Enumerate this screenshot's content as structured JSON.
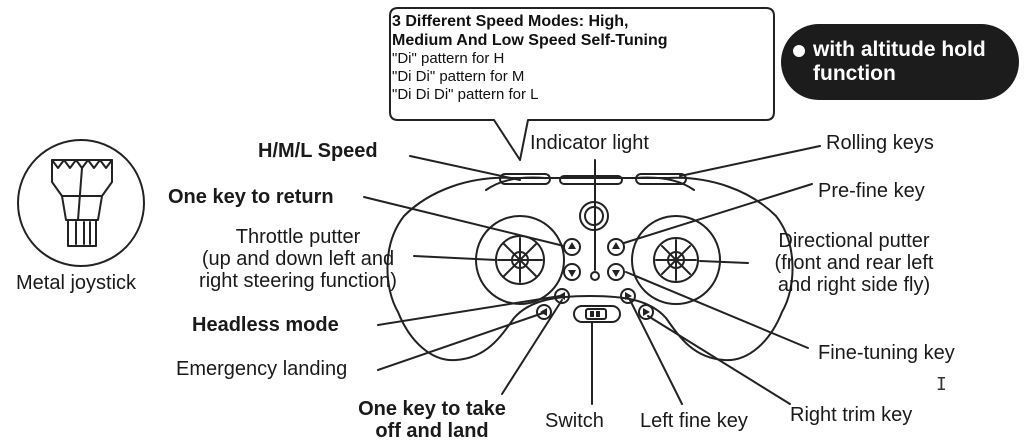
{
  "bubble": {
    "title_line1": "3 Different Speed Modes:  High,",
    "title_line2": "Medium And Low Speed Self-Tuning",
    "line1": "\"Di\" pattern for H",
    "line2": "\"Di Di\" pattern for M",
    "line3": "\"Di Di Di\" pattern for L"
  },
  "badge": {
    "line1": "with altitude hold",
    "line2": "function"
  },
  "labels": {
    "hml_speed": "H/M/L Speed",
    "indicator_light": "Indicator light",
    "rolling_keys": "Rolling keys",
    "one_key_return": "One key to return",
    "pre_fine_key": "Pre-fine key",
    "throttle_line1": "Throttle putter",
    "throttle_line2": "(up and down left and",
    "throttle_line3": "right steering function)",
    "directional_line1": "Directional putter",
    "directional_line2": "(front and rear left",
    "directional_line3": "and right side fly)",
    "metal_joystick": "Metal joystick",
    "headless_mode": "Headless mode",
    "fine_tuning_key": "Fine-tuning key",
    "emergency_landing": "Emergency landing",
    "takeoff_line1": "One key to take",
    "takeoff_line2": "off and land",
    "switch": "Switch",
    "left_fine_key": "Left fine key",
    "right_trim_key": "Right trim key"
  }
}
